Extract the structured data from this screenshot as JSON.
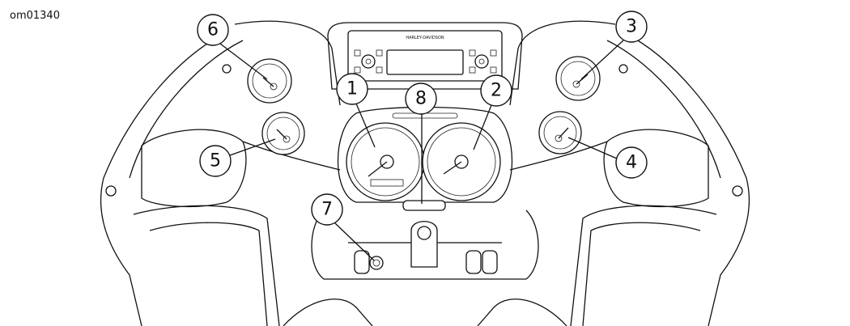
{
  "figure_id": "om01340",
  "brand_text": "HARLEY-DAVIDSON",
  "callouts": [
    {
      "label": "1"
    },
    {
      "label": "2"
    },
    {
      "label": "3"
    },
    {
      "label": "4"
    },
    {
      "label": "5"
    },
    {
      "label": "6"
    },
    {
      "label": "7"
    },
    {
      "label": "8"
    }
  ]
}
